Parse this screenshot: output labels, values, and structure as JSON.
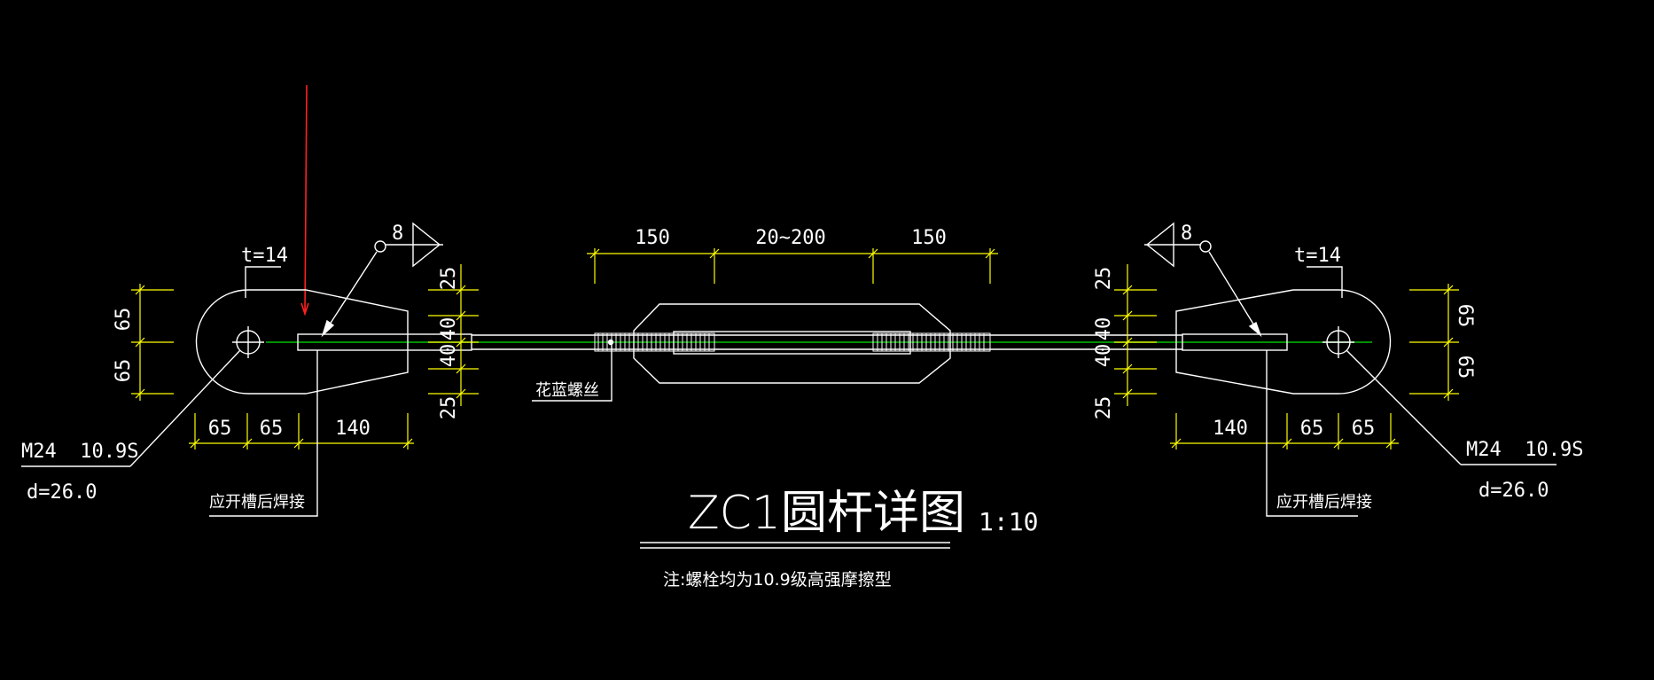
{
  "colors": {
    "background": "#000000",
    "line": "#ffffff",
    "dimension": "#ffff00",
    "centerline": "#00c000",
    "marker": "#ff0000"
  },
  "title": {
    "text": "ZC1圆杆详图",
    "scale": "1:10",
    "note": "注:螺栓均为10.9级高强摩擦型"
  },
  "left": {
    "thickness": "t=14",
    "weld_size": "8",
    "bolt": "M24  10.9S",
    "hole": "d=26.0",
    "slot_note": "应开槽后焊接",
    "vdim": [
      "65",
      "65"
    ],
    "hdim": [
      "65",
      "65",
      "140"
    ],
    "rod_dim": [
      "25",
      "40",
      "40",
      "25"
    ]
  },
  "right": {
    "thickness": "t=14",
    "weld_size": "8",
    "bolt": "M24  10.9S",
    "hole": "d=26.0",
    "slot_note": "应开槽后焊接",
    "vdim": [
      "65",
      "65"
    ],
    "hdim": [
      "140",
      "65",
      "65"
    ],
    "rod_dim": [
      "25",
      "40",
      "40",
      "25"
    ]
  },
  "turnbuckle": {
    "label": "花蓝螺丝",
    "dims": [
      "150",
      "20~200",
      "150"
    ]
  }
}
